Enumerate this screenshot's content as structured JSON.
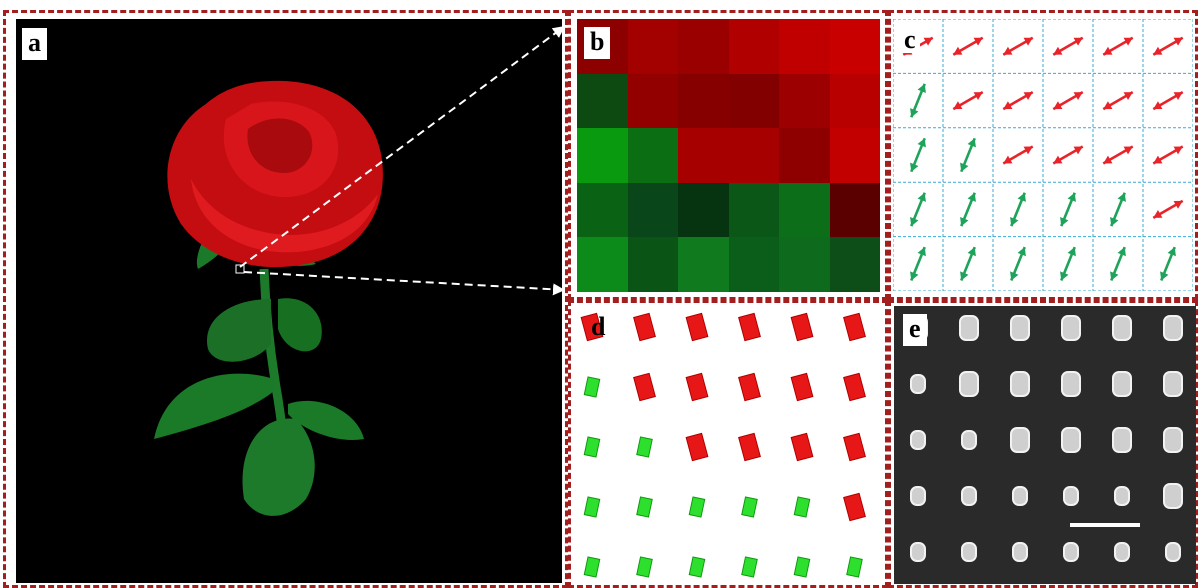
{
  "panels": {
    "a": {
      "label": "a"
    },
    "b": {
      "label": "b"
    },
    "c": {
      "label": "c"
    },
    "d": {
      "label": "d"
    },
    "e": {
      "label": "e"
    }
  },
  "colors": {
    "frame": "#a31f1f",
    "red": "#e8242a",
    "green": "#1fa35a",
    "grid": "#3aa9d8"
  },
  "pixel_grid_b": [
    [
      "#8c0000",
      "#a30000",
      "#9a0000",
      "#b00000",
      "#c00000",
      "#c80000"
    ],
    [
      "#0d4a12",
      "#920000",
      "#860000",
      "#830000",
      "#9c0000",
      "#b80000"
    ],
    [
      "#0a9a10",
      "#0b6e13",
      "#a70000",
      "#a60000",
      "#8e0000",
      "#c20000"
    ],
    [
      "#0a6215",
      "#09471a",
      "#063410",
      "#0b5718",
      "#0c6e19",
      "#5a0000"
    ],
    [
      "#0c8a1a",
      "#0a5515",
      "#0f7b1e",
      "#0b5e19",
      "#0e6a1c",
      "#0d4d18"
    ]
  ],
  "polarization_grid_c": [
    [
      "r",
      "r",
      "r",
      "r",
      "r",
      "r"
    ],
    [
      "g",
      "r",
      "r",
      "r",
      "r",
      "r"
    ],
    [
      "g",
      "g",
      "r",
      "r",
      "r",
      "r"
    ],
    [
      "g",
      "g",
      "g",
      "g",
      "g",
      "r"
    ],
    [
      "g",
      "g",
      "g",
      "g",
      "g",
      "g"
    ]
  ],
  "meta_grid_d": [
    [
      "r",
      "r",
      "r",
      "r",
      "r",
      "r"
    ],
    [
      "g",
      "r",
      "r",
      "r",
      "r",
      "r"
    ],
    [
      "g",
      "g",
      "r",
      "r",
      "r",
      "r"
    ],
    [
      "g",
      "g",
      "g",
      "g",
      "g",
      "r"
    ],
    [
      "g",
      "g",
      "g",
      "g",
      "g",
      "g"
    ]
  ]
}
